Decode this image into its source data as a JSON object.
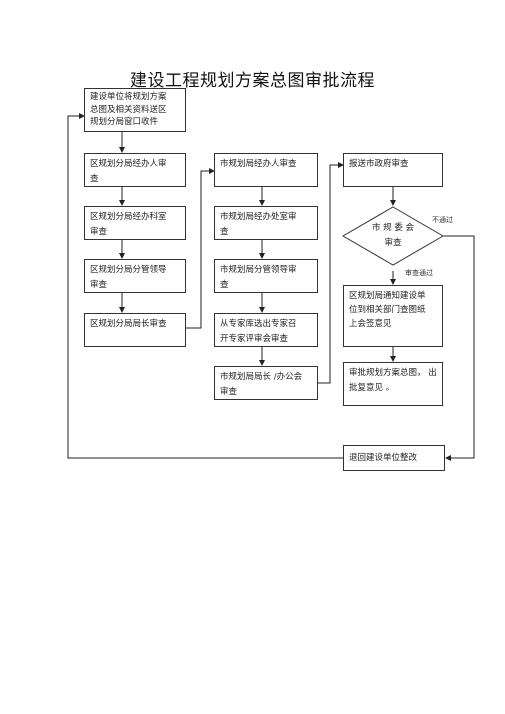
{
  "title": "建设工程规划方案总图审批流程",
  "boxes": {
    "submit": "建设单位将规划方案\n总图及相关资料送区\n规划分局窗口收件",
    "dist_handler": "区规划分局经办人审\n查",
    "dist_section": "区规划分局经办科室\n审查",
    "dist_leader": "区规划分局分管领导\n审查",
    "dist_head": "区规划分局局长审查",
    "city_handler": "市规划局经办人审查",
    "city_office": "市规划局经办处室审\n查",
    "city_leader": "市规划局分管领导审\n查",
    "experts": "从专家库选出专家召\n开专家评审会审查",
    "city_director": "市规划局局长    /办公会\n审查",
    "gov": "报送市政府审查",
    "notify": "区规划局通知建设单\n位到相关部门查图纸\n上会签意见",
    "approve": "审批规划方案总图，   出\n批复意见 。",
    "return": "退回建设单位整改"
  },
  "diamond": "市  规  委  会\n审查",
  "labels": {
    "not_pass": "不通过",
    "pass": "审查通过"
  }
}
